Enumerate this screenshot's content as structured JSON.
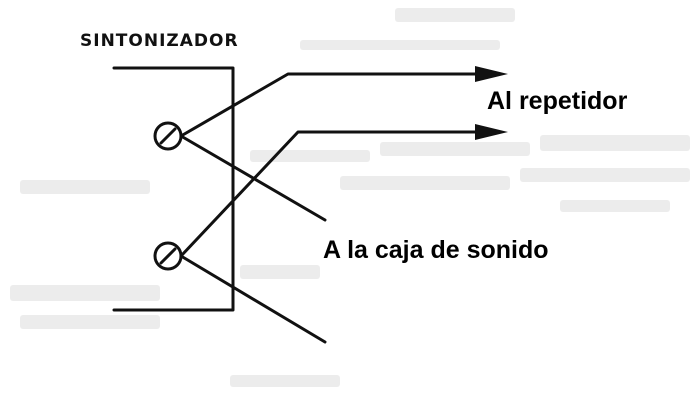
{
  "diagram": {
    "tuner_label": "SINTONIZADOR",
    "output_repeater_label": "Al repetidor",
    "output_soundbox_label": "A la caja de sonido"
  },
  "colors": {
    "ink": "#111111",
    "background": "#ffffff",
    "scan_ghost_text": "#e6e6e6"
  }
}
